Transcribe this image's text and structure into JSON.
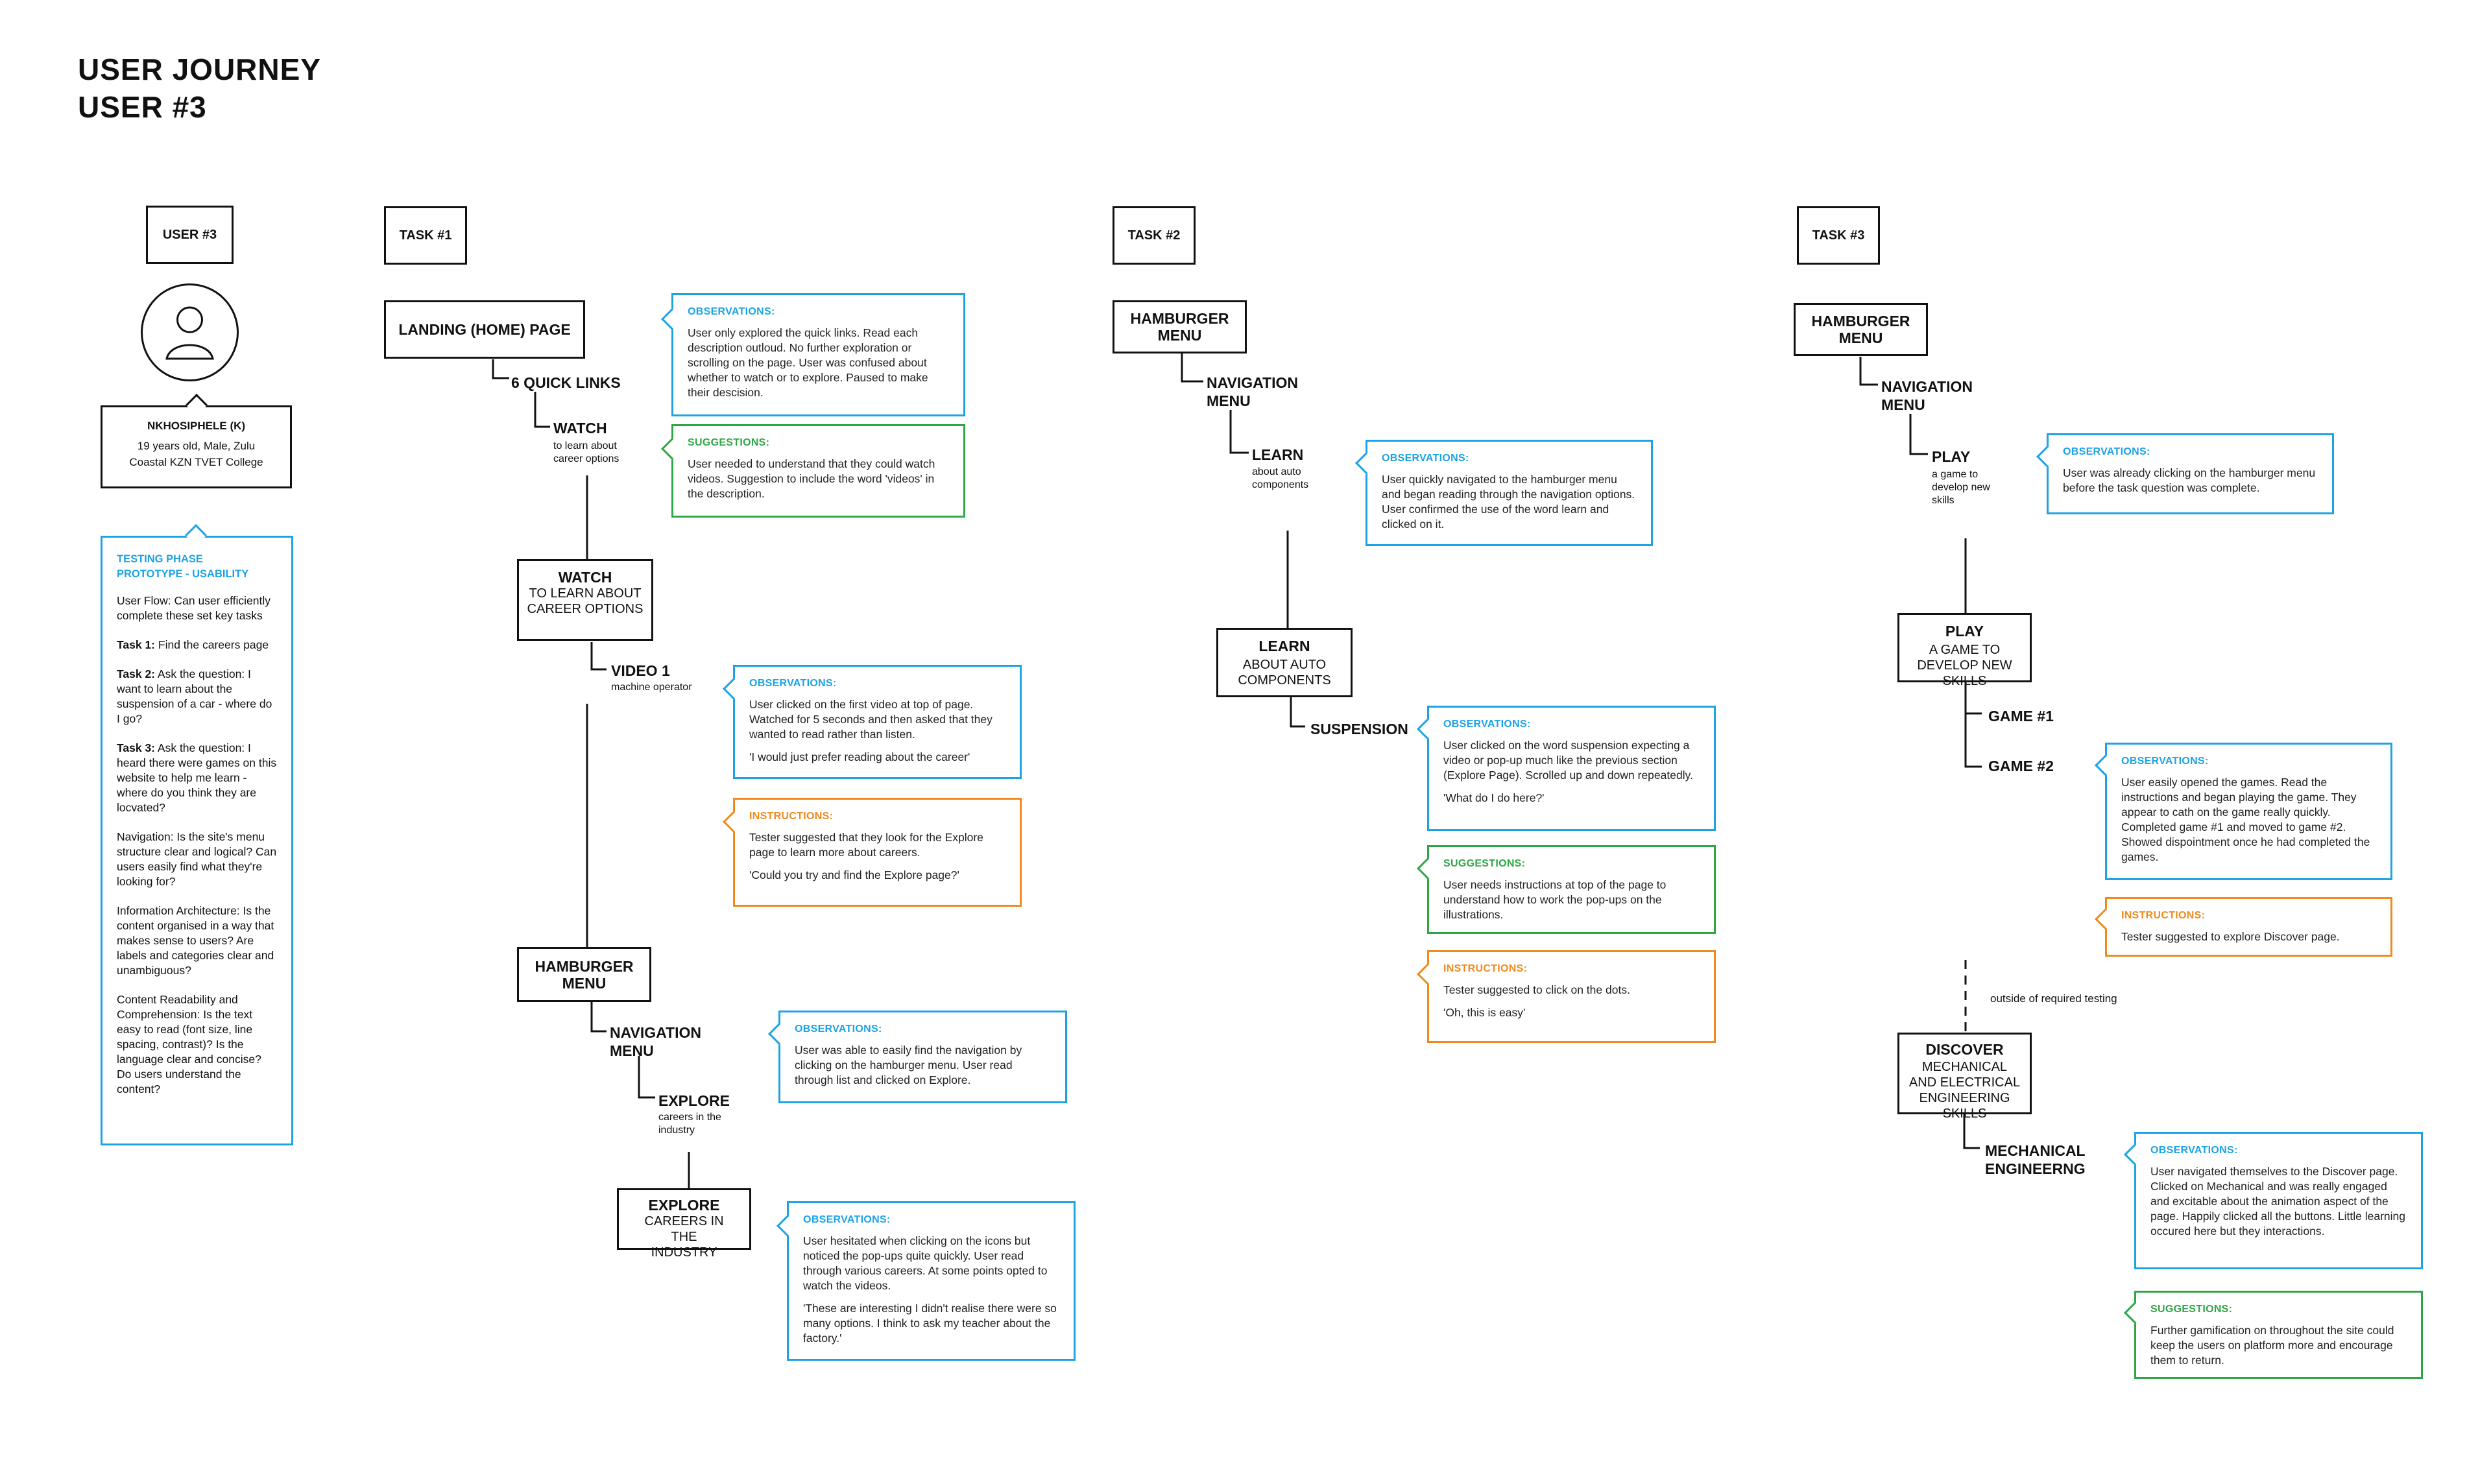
{
  "title": {
    "line1": "USER JOURNEY",
    "line2": "USER #3"
  },
  "user": {
    "label": "USER #3",
    "name": "NKHOSIPHELE (K)",
    "line1": "19 years old, Male, Zulu",
    "line2": "Coastal KZN TVET College"
  },
  "testing": {
    "heading1": "TESTING PHASE",
    "heading2": "PROTOTYPE - USABILITY",
    "user_flow": "User Flow: Can user efficiently complete these set key tasks",
    "task1_label": "Task 1:",
    "task1_text": " Find the careers page",
    "task2_label": "Task 2:",
    "task2_text": " Ask the question: I want to learn about the suspension of a car - where do I go?",
    "task3_label": "Task 3:",
    "task3_text": " Ask the question: I heard there were games on this website to help me learn - where do you think they are locvated?",
    "navigation": "Navigation: Is the site's menu structure clear and logical? Can users easily find what they're looking for?",
    "info_arch": "Information Architecture: Is the content organised in a way that makes sense to users? Are labels and categories clear and unambiguous?",
    "readability": "Content Readability and Comprehension: Is the text easy to read (font size, line spacing, contrast)? Is the language clear and concise? Do users understand the content?"
  },
  "task1": {
    "label": "TASK #1",
    "landing": "LANDING (HOME) PAGE",
    "quick_links": "6 QUICK LINKS",
    "watch_step": "WATCH",
    "watch_sub": "to learn about career options",
    "watch_box_title": "WATCH",
    "watch_box_sub": "TO LEARN ABOUT CAREER OPTIONS",
    "video_step": "VIDEO 1",
    "video_sub": "machine operator",
    "hamburger": "HAMBURGER MENU",
    "nav_step": "NAVIGATION MENU",
    "explore_step": "EXPLORE",
    "explore_sub": "careers in the industry",
    "explore_box_title": "EXPLORE",
    "explore_box_sub": "CAREERS IN THE INDUSTRY",
    "obs1_h": "OBSERVATIONS:",
    "obs1": "User only explored the quick links. Read each description outloud. No further exploration or scrolling on the page. User was confused about whether to watch or to explore. Paused to make their descision.",
    "sug1_h": "SUGGESTIONS:",
    "sug1": "User needed to understand that they could watch videos. Suggestion to include the word 'videos' in the description.",
    "obs2_h": "OBSERVATIONS:",
    "obs2": "User clicked on the first video at top of page. Watched for 5 seconds and then asked that they wanted to read rather than listen.",
    "obs2_quote": "'I would just prefer reading about the career'",
    "ins1_h": "INSTRUCTIONS:",
    "ins1": "Tester suggested that they look for the Explore page to learn more about careers.",
    "ins1_quote": "'Could you try and find the Explore page?'",
    "obs3_h": "OBSERVATIONS:",
    "obs3": "User was able to easily find the navigation by clicking on the hamburger menu. User read through list and clicked on Explore.",
    "obs4_h": "OBSERVATIONS:",
    "obs4": "User hesitated when clicking on the icons but noticed the pop-ups quite quickly. User read through various careers. At some points opted to watch the videos.",
    "obs4_quote": "'These are interesting I didn't realise there were so many options. I think to ask my teacher about the factory.'"
  },
  "task2": {
    "label": "TASK #2",
    "hamburger": "HAMBURGER MENU",
    "nav_step": "NAVIGATION MENU",
    "learn_step": "LEARN",
    "learn_sub": "about auto components",
    "learn_box_title": "LEARN",
    "learn_box_sub": "ABOUT AUTO COMPONENTS",
    "suspension_step": "SUSPENSION",
    "obs1_h": "OBSERVATIONS:",
    "obs1": "User quickly navigated to the hamburger menu and began reading through the navigation options. User confirmed the use of the word learn and clicked on it.",
    "obs2_h": "OBSERVATIONS:",
    "obs2": "User clicked on the word suspension expecting a video or pop-up much like the previous section (Explore Page). Scrolled up and down repeatedly.",
    "obs2_quote": "'What do I do here?'",
    "sug1_h": "SUGGESTIONS:",
    "sug1": "User needs instructions at top of the page to understand how to work the pop-ups on the illustrations.",
    "ins1_h": "INSTRUCTIONS:",
    "ins1": "Tester suggested to click on the dots.",
    "ins1_quote": "'Oh, this is easy'"
  },
  "task3": {
    "label": "TASK #3",
    "hamburger": "HAMBURGER MENU",
    "nav_step": "NAVIGATION MENU",
    "play_step": "PLAY",
    "play_sub": "a game to develop new skills",
    "play_box_title": "PLAY",
    "play_box_sub": "A GAME TO DEVELOP NEW SKILLS",
    "game1": "GAME #1",
    "game2": "GAME #2",
    "outside": "outside of required testing",
    "discover_box_title": "DISCOVER",
    "discover_box_sub": "MECHANICAL AND ELECTRICAL ENGINEERING SKILLS",
    "mech_step": "MECHANICAL ENGINEERNG",
    "obs1_h": "OBSERVATIONS:",
    "obs1": "User was already clicking on the hamburger menu before the task question was complete.",
    "obs2_h": "OBSERVATIONS:",
    "obs2": "User easily opened the games. Read the instructions and began playing the game. They appear to cath on the game really quickly. Completed game #1 and moved to game #2. Showed dispointment once he had completed the games.",
    "ins1_h": "INSTRUCTIONS:",
    "ins1": "Tester suggested to explore Discover page.",
    "obs3_h": "OBSERVATIONS:",
    "obs3": "User navigated themselves to the Discover page. Clicked on Mechanical and was really engaged and excitable about the animation aspect of the page. Happily clicked all the buttons. Little learning occured here but they interactions.",
    "sug1_h": "SUGGESTIONS:",
    "sug1": "Further gamification on throughout the site could keep the users on platform more and encourage them to return."
  },
  "colors": {
    "observations": "#1ba3e6",
    "suggestions": "#2ea646",
    "instructions": "#f08a1c"
  }
}
